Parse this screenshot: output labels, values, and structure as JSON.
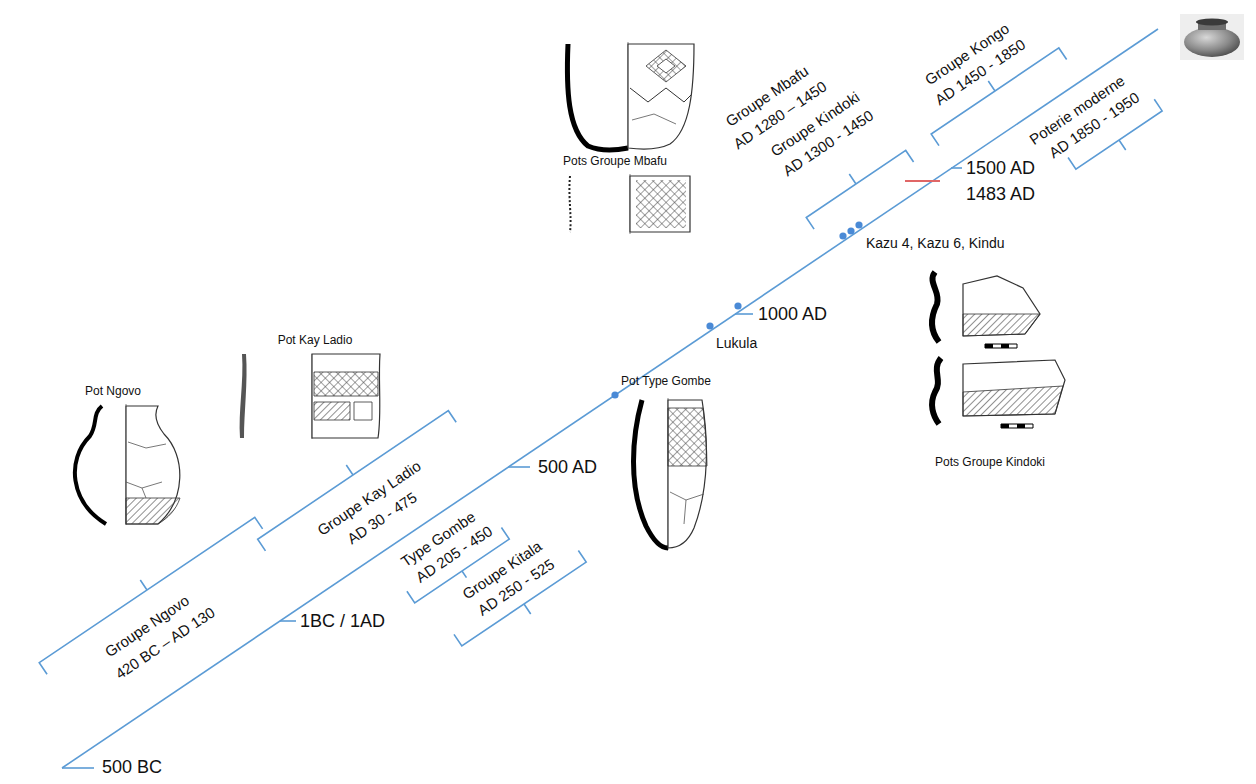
{
  "diagram": {
    "labels": [
      "Groupe Mbafu",
      "AD 1280 – 1450",
      "Groupe Kindoki",
      "AD 1300 - 1450",
      "Groupe Kongo",
      "AD 1450 - 1850",
      "Poterie moderne",
      "AD 1850 - 1950",
      "Pots Groupe Mbafu",
      "1500 AD",
      "1483 AD",
      "Kazu 4, Kazu 6, Kindu",
      "1000 AD",
      "Lukula",
      "Pot Kay Ladio",
      "Pot Ngovo",
      "Pots Groupe Kindoki",
      "500 AD",
      "Groupe Kay Ladio",
      "AD 30 - 475",
      "Type Gombe",
      "AD 205 - 450",
      "Pot Type Gombe",
      "Groupe Ngovo",
      "420 BC – AD 130",
      "1BC / 1AD",
      "Groupe Kitala",
      "AD 250 - 525",
      "500 BC"
    ]
  }
}
